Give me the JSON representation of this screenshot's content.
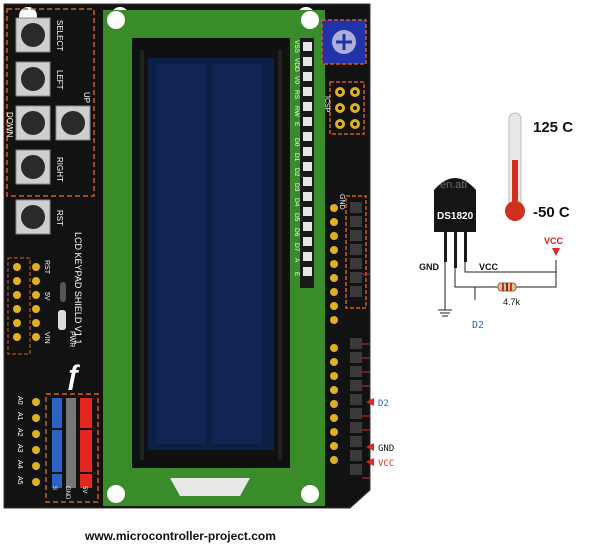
{
  "shield": {
    "buttons": [
      "SELECT",
      "LEFT",
      "UP",
      "DOWN",
      "RIGHT",
      "RST"
    ],
    "title": "LCD KEYPAD SHIELD V1.1",
    "lcd_pins": [
      "VSS",
      "VDD",
      "V0",
      "RS",
      "RW",
      "E",
      "D0",
      "D1",
      "D2",
      "D3",
      "D4",
      "D5",
      "D6",
      "D7",
      "A",
      "E"
    ],
    "icsp": "ICSP",
    "gnd": "GND",
    "power_labels": [
      "RST",
      "5V",
      "VIN"
    ],
    "pwr": "PWR",
    "analog": [
      "A0",
      "A1",
      "A2",
      "A3",
      "A4",
      "A5"
    ],
    "bottom_labels": [
      "S",
      "GND",
      "5V"
    ],
    "logo": "ƒ"
  },
  "sensor": {
    "temp_high": "125  C",
    "temp_low": "-50  C",
    "part": "DS1820",
    "watermark": "en.ati",
    "vcc": "VCC",
    "gnd": "GND",
    "vcc_pin": "VCC",
    "resistor": "4.7k",
    "data_pin": "D2"
  },
  "connections": {
    "d2": "D2",
    "gnd": "GND",
    "vcc": "VCC"
  },
  "footer": "www.microcontroller-project.com",
  "colors": {
    "board": "#111111",
    "lcd_frame": "#3a8c2a",
    "lcd_screen": "#0c1f44",
    "accent_orange": "#d45a1a",
    "red": "#e4281e",
    "blue_label": "#2a66c8",
    "pot": "#2233aa"
  }
}
